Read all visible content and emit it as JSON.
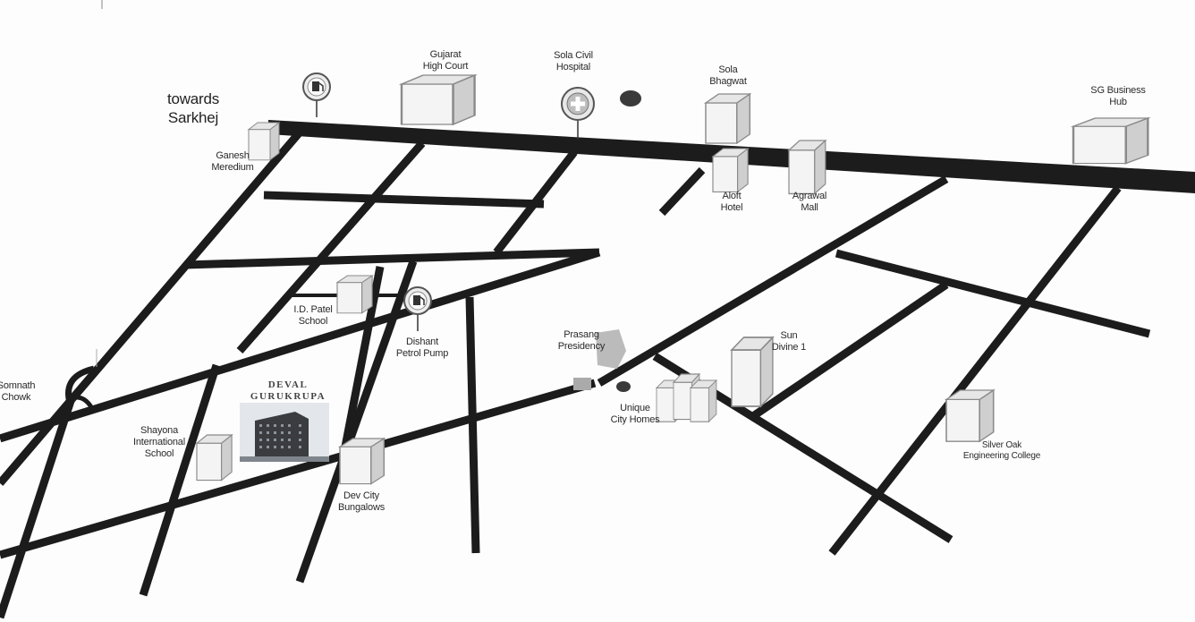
{
  "map": {
    "colors": {
      "road": "#1c1c1c",
      "building_light": "#f3f3f3",
      "building_shade": "#cfcfcf",
      "pin": "#555555"
    },
    "towards": {
      "line1": "towards",
      "line2": "Sarkhej"
    },
    "project": {
      "line1": "DEVAL",
      "line2": "GURUKRUPA"
    },
    "landmarks": {
      "gujarat_high_court": {
        "line1": "Gujarat",
        "line2": "High Court"
      },
      "sola_civil_hospital": {
        "line1": "Sola Civil",
        "line2": "Hospital"
      },
      "sola_bhagwat": {
        "line1": "Sola",
        "line2": "Bhagwat"
      },
      "sg_business_hub": {
        "line1": "SG Business",
        "line2": "Hub"
      },
      "ganesh_meredium": {
        "line1": "Ganesh",
        "line2": "Meredium"
      },
      "aloft_hotel": {
        "line1": "Aloft",
        "line2": "Hotel"
      },
      "agrawal_mall": {
        "line1": "Agrawal",
        "line2": "Mall"
      },
      "id_patel_school": {
        "line1": "I.D. Patel",
        "line2": "School"
      },
      "dishant_petrol_pump": {
        "line1": "Dishant",
        "line2": "Petrol Pump"
      },
      "prasang_presidency": {
        "line1": "Prasang",
        "line2": "Presidency"
      },
      "sun_divine": {
        "line1": "Sun",
        "line2": "Divine 1"
      },
      "somnath_chowk": {
        "line1": "Somnath",
        "line2": "Chowk"
      },
      "shayona_school": {
        "line1": "Shayona",
        "line2": "International",
        "line3": "School"
      },
      "unique_city_homes": {
        "line1": "Unique",
        "line2": "City Homes"
      },
      "silver_oak_college": {
        "line1": "Silver Oak",
        "line2": "Engineering College"
      },
      "dev_city_bungalows": {
        "line1": "Dev City",
        "line2": "Bungalows"
      }
    },
    "icons": [
      "petrol-pump-icon",
      "hospital-icon",
      "building-icon"
    ]
  }
}
